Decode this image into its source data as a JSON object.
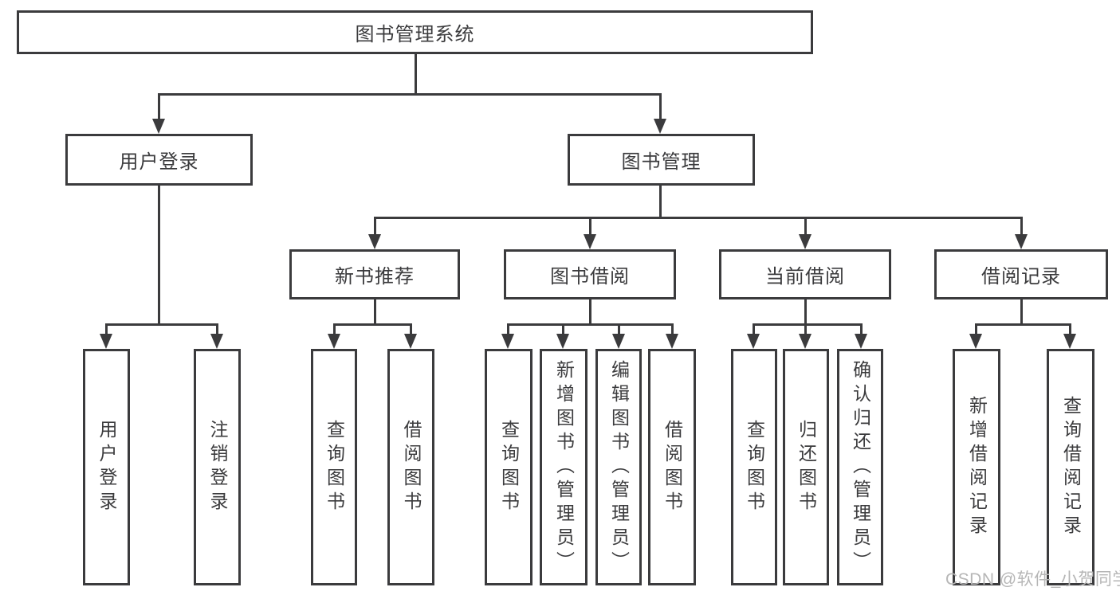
{
  "watermark": "CSDN @软件_小贺同学",
  "colors": {
    "line": "#3b3b3d",
    "text": "#3b3b3d",
    "watermark": "#b6b6b6",
    "box_background": "#ffffff",
    "page_background": "#ffffff"
  },
  "nodes": [
    {
      "id": "root",
      "label": "图书管理系统",
      "parent": null
    },
    {
      "id": "user-login",
      "label": "用户登录",
      "parent": "root"
    },
    {
      "id": "book-management",
      "label": "图书管理",
      "parent": "root"
    },
    {
      "id": "new-book-recommend",
      "label": "新书推荐",
      "parent": "book-management"
    },
    {
      "id": "book-borrowing",
      "label": "图书借阅",
      "parent": "book-management"
    },
    {
      "id": "current-borrowing",
      "label": "当前借阅",
      "parent": "book-management"
    },
    {
      "id": "borrowing-records",
      "label": "借阅记录",
      "parent": "book-management"
    },
    {
      "id": "login",
      "label": "用户登录",
      "parent": "user-login"
    },
    {
      "id": "logout",
      "label": "注销登录",
      "parent": "user-login"
    },
    {
      "id": "query-books-1",
      "label": "查询图书",
      "parent": "new-book-recommend"
    },
    {
      "id": "borrow-books-1",
      "label": "借阅图书",
      "parent": "new-book-recommend"
    },
    {
      "id": "query-books-2",
      "label": "查询图书",
      "parent": "book-borrowing"
    },
    {
      "id": "add-books",
      "label": "新增图书（管理员）",
      "parent": "book-borrowing"
    },
    {
      "id": "edit-books",
      "label": "编辑图书（管理员）",
      "parent": "book-borrowing"
    },
    {
      "id": "borrow-books-2",
      "label": "借阅图书",
      "parent": "book-borrowing"
    },
    {
      "id": "query-books-3",
      "label": "查询图书",
      "parent": "current-borrowing"
    },
    {
      "id": "return-books",
      "label": "归还图书",
      "parent": "current-borrowing"
    },
    {
      "id": "confirm-return",
      "label": "确认归还（管理员）",
      "parent": "current-borrowing"
    },
    {
      "id": "add-borrow-record",
      "label": "新增借阅记录",
      "parent": "borrowing-records"
    },
    {
      "id": "query-borrow-record",
      "label": "查询借阅记录",
      "parent": "borrowing-records"
    }
  ]
}
